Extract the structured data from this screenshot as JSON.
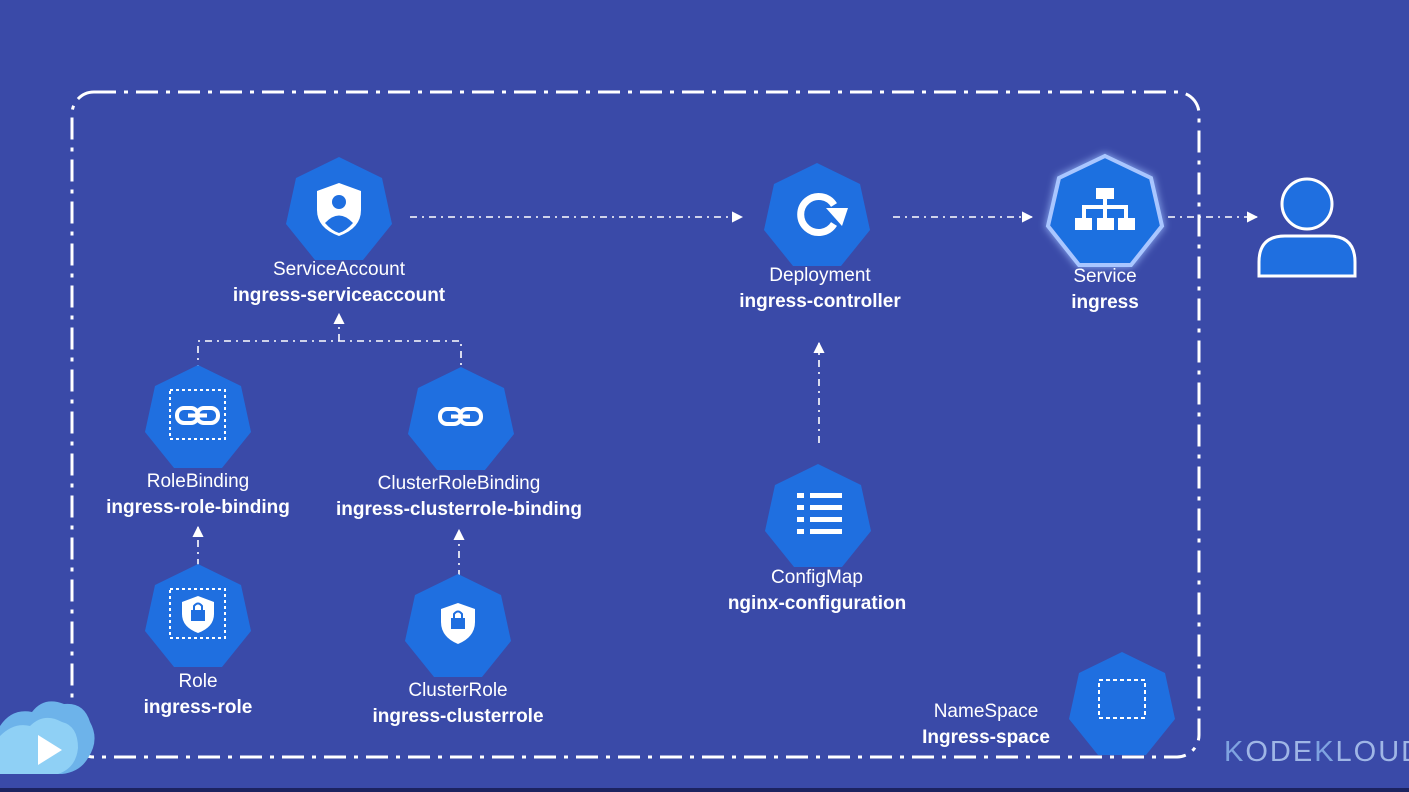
{
  "nodes": {
    "serviceaccount": {
      "kind": "ServiceAccount",
      "name": "ingress-serviceaccount",
      "icon": "user-shield-icon"
    },
    "deployment": {
      "kind": "Deployment",
      "name": "ingress-controller",
      "icon": "refresh-icon"
    },
    "service": {
      "kind": "Service",
      "name": "ingress",
      "icon": "network-hierarchy-icon"
    },
    "rolebinding": {
      "kind": "RoleBinding",
      "name": "ingress-role-binding",
      "icon": "link-icon"
    },
    "clusterrolebinding": {
      "kind": "ClusterRoleBinding",
      "name": "ingress-clusterrole-binding",
      "icon": "link-icon"
    },
    "configmap": {
      "kind": "ConfigMap",
      "name": "nginx-configuration",
      "icon": "list-icon"
    },
    "role": {
      "kind": "Role",
      "name": "ingress-role",
      "icon": "lock-icon"
    },
    "clusterrole": {
      "kind": "ClusterRole",
      "name": "ingress-clusterrole",
      "icon": "lock-shield-icon"
    },
    "namespace": {
      "kind": "NameSpace",
      "name": "Ingress-space",
      "icon": "dashed-square-icon"
    }
  },
  "user": {
    "icon": "user-icon"
  },
  "brand": {
    "part1": "K",
    "part2": "ODE",
    "part3": "K",
    "part4": "LOUD"
  },
  "colors": {
    "background": "#3a4aa8",
    "node": "#1f6fe0",
    "stroke": "#ffffff"
  }
}
